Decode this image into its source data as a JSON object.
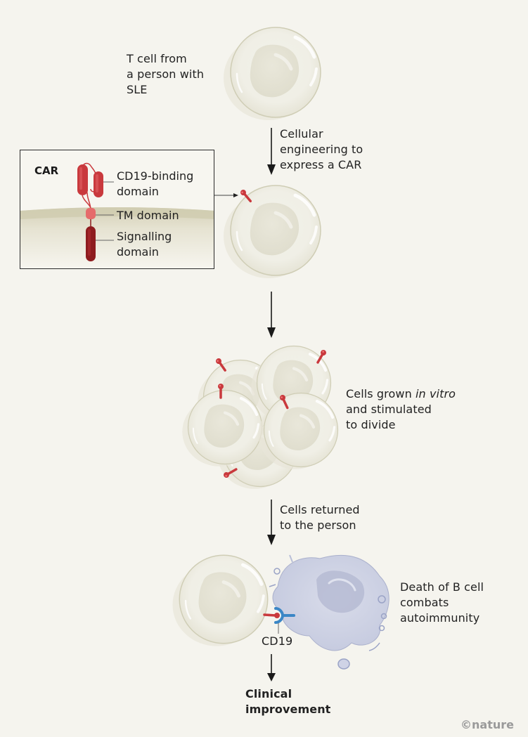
{
  "colors": {
    "background": "#f5f4ee",
    "cell_fill": "#efeee4",
    "cell_outline": "#cfcdb5",
    "nucleus": "#e4e2d4",
    "car_red": "#c9393d",
    "car_dark_red": "#8e1c1f",
    "tm_pink": "#e56b6b",
    "cd19_blue": "#3a86c6",
    "b_cell_lavender": "#ccd0e2",
    "membrane": "#d8d4bd"
  },
  "steps": {
    "step1": {
      "label": "T cell from\na person with\nSLE"
    },
    "arrow1": {
      "label": "Cellular\nengineering to\nexpress a CAR"
    },
    "step3": {
      "label_before": "Cells grown ",
      "label_italic": "in vitro",
      "label_after": "\nand stimulated\nto divide"
    },
    "arrow3": {
      "label": "Cells returned\nto the person"
    },
    "step4": {
      "label": "Death of B cell\ncombats\nautoimmunity",
      "receptor_label": "CD19"
    },
    "outcome": {
      "label": "Clinical\nimprovement"
    }
  },
  "inset": {
    "title": "CAR",
    "parts": [
      {
        "label": "CD19-binding\ndomain"
      },
      {
        "label": "TM domain"
      },
      {
        "label": "Signalling\ndomain"
      }
    ]
  },
  "credit": "©nature"
}
